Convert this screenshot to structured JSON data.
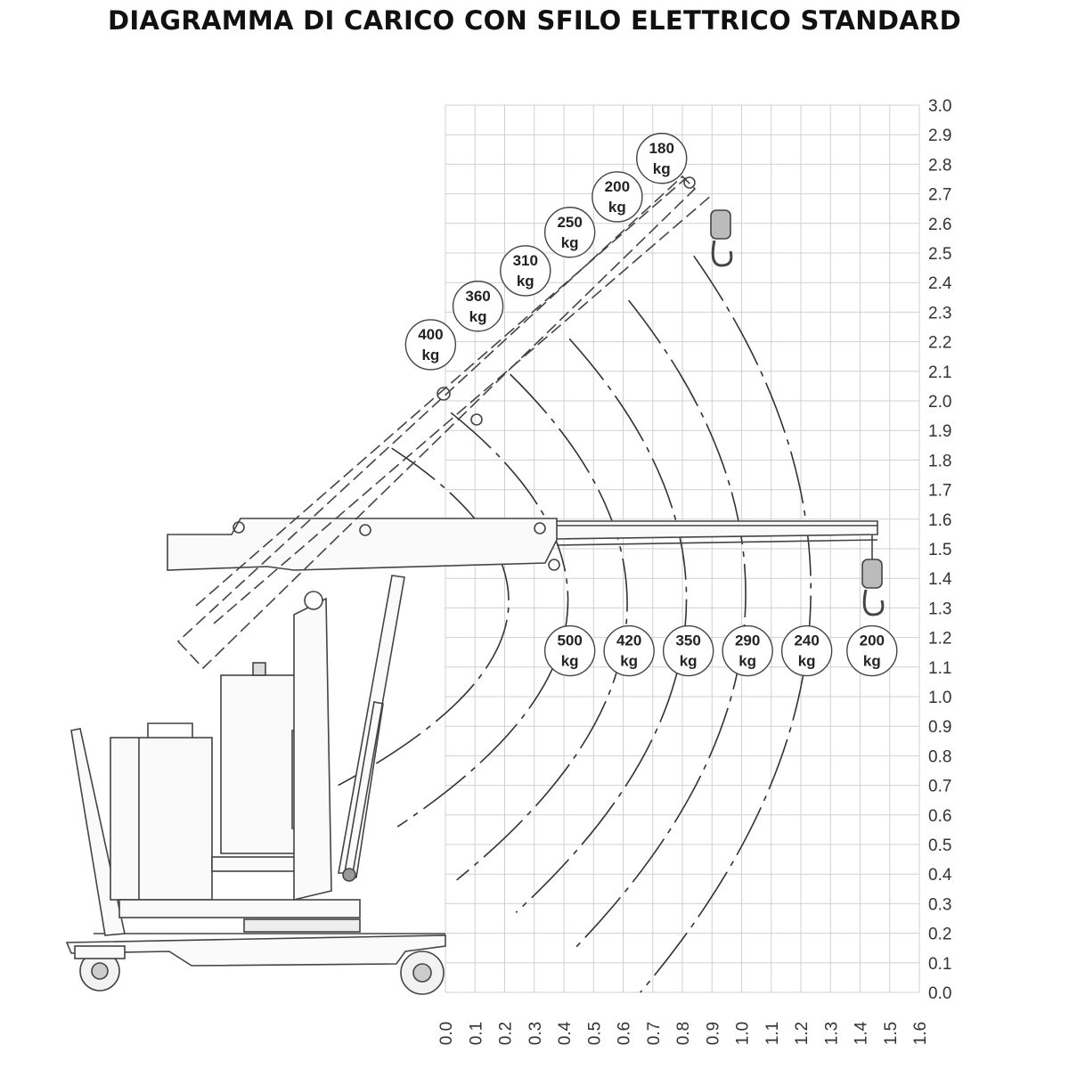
{
  "title": "DIAGRAMMA DI CARICO CON SFILO ELETTRICO STANDARD",
  "chart_data": {
    "type": "diagram",
    "xlim": [
      0.0,
      1.6
    ],
    "ylim": [
      0.0,
      3.0
    ],
    "x_ticks": [
      "0.0",
      "0.1",
      "0.2",
      "0.3",
      "0.4",
      "0.5",
      "0.6",
      "0.7",
      "0.8",
      "0.9",
      "1.0",
      "1.1",
      "1.2",
      "1.3",
      "1.4",
      "1.5",
      "1.6"
    ],
    "y_ticks": [
      "0.0",
      "0.1",
      "0.2",
      "0.3",
      "0.4",
      "0.5",
      "0.6",
      "0.7",
      "0.8",
      "0.9",
      "1.0",
      "1.1",
      "1.2",
      "1.3",
      "1.4",
      "1.5",
      "1.6",
      "1.7",
      "1.8",
      "1.9",
      "2.0",
      "2.1",
      "2.2",
      "2.3",
      "2.4",
      "2.5",
      "2.6",
      "2.7",
      "2.8",
      "2.9",
      "3.0"
    ],
    "grid": true,
    "horizontal_loads": [
      {
        "value": "500",
        "unit": "kg",
        "x": 0.42
      },
      {
        "value": "420",
        "unit": "kg",
        "x": 0.62
      },
      {
        "value": "350",
        "unit": "kg",
        "x": 0.82
      },
      {
        "value": "290",
        "unit": "kg",
        "x": 1.02
      },
      {
        "value": "240",
        "unit": "kg",
        "x": 1.22
      },
      {
        "value": "200",
        "unit": "kg",
        "x": 1.44
      }
    ],
    "inclined_loads": [
      {
        "value": "400",
        "unit": "kg",
        "x": -0.05,
        "y": 2.19
      },
      {
        "value": "360",
        "unit": "kg",
        "x": 0.11,
        "y": 2.32
      },
      {
        "value": "310",
        "unit": "kg",
        "x": 0.27,
        "y": 2.44
      },
      {
        "value": "250",
        "unit": "kg",
        "x": 0.42,
        "y": 2.57
      },
      {
        "value": "200",
        "unit": "kg",
        "x": 0.58,
        "y": 2.69
      },
      {
        "value": "180",
        "unit": "kg",
        "x": 0.73,
        "y": 2.82
      }
    ],
    "reach_arcs": [
      {
        "x_end": 0.42,
        "y_top": 1.84,
        "y_bottom": 0.7
      },
      {
        "x_end": 0.62,
        "y_top": 1.96,
        "y_bottom": 0.56
      },
      {
        "x_end": 0.82,
        "y_top": 2.09,
        "y_bottom": 0.38
      },
      {
        "x_end": 1.02,
        "y_top": 2.21,
        "y_bottom": 0.27
      },
      {
        "x_end": 1.22,
        "y_top": 2.34,
        "y_bottom": 0.15
      },
      {
        "x_end": 1.44,
        "y_top": 2.49,
        "y_bottom": 0.0
      }
    ]
  }
}
